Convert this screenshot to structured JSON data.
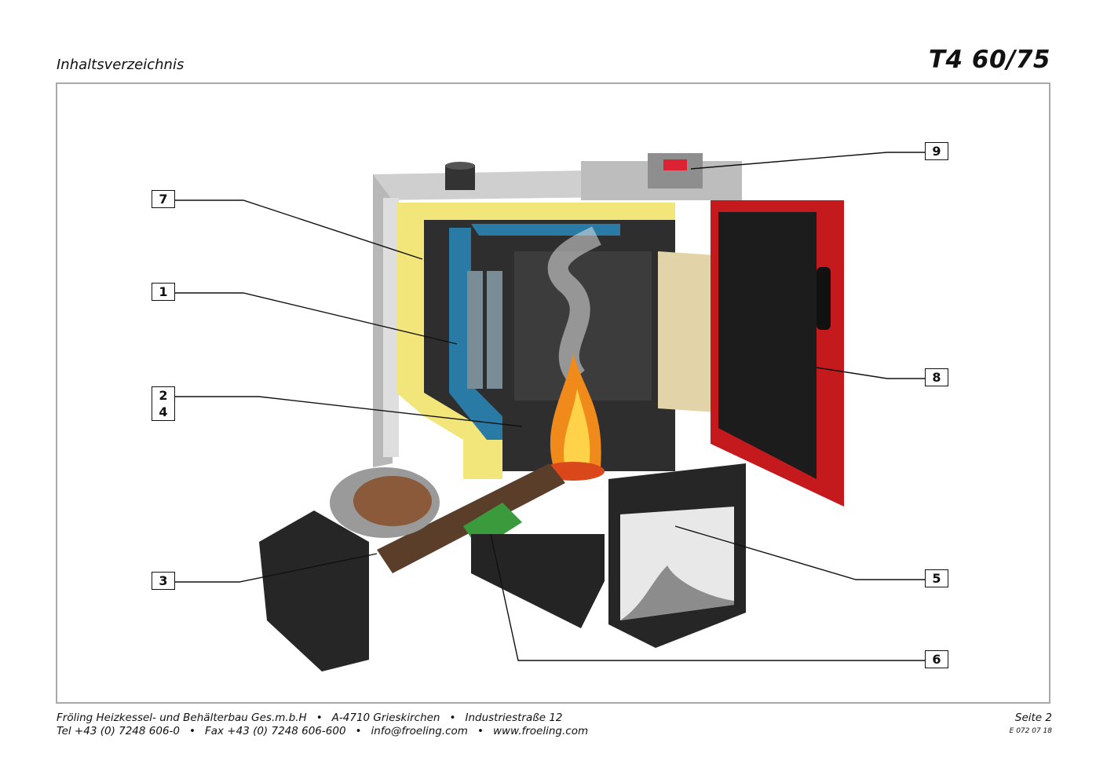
{
  "header": {
    "section_title": "Inhaltsverzeichnis",
    "model": "T4 60/75"
  },
  "diagram": {
    "callouts": [
      "9",
      "7",
      "1",
      "2",
      "4",
      "8",
      "3",
      "5",
      "6"
    ],
    "colors": {
      "housing_red": "#c41a1e",
      "insulation_yellow": "#f2e57a",
      "water_jacket_blue": "#2a7aa6",
      "flame_orange": "#f08a1a",
      "body_dark": "#2b2b2b",
      "housing_grey": "#d6d6d6",
      "refractory_beige": "#e3d3a8",
      "auger_green": "#3a9a3c"
    }
  },
  "footer": {
    "company": "Fröling Heizkessel- und Behälterbau Ges.m.b.H",
    "address_city": "A-4710 Grieskirchen",
    "address_street": "Industriestraße 12",
    "phone": "Tel +43 (0) 7248 606-0",
    "fax": "Fax +43 (0) 7248 606-600",
    "email": "info@froeling.com",
    "web": "www.froeling.com",
    "separator": "•",
    "page": "Seite 2",
    "doc_code": "E 072 07 18"
  }
}
